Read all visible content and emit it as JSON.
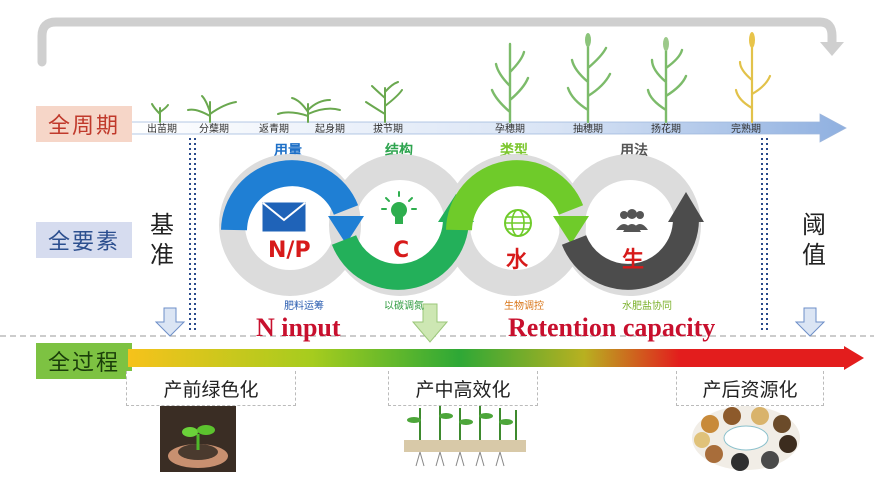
{
  "rows": {
    "full_cycle": "全周期",
    "full_elements": "全要素",
    "full_process": "全过程"
  },
  "stages": [
    "出苗期",
    "分蘖期",
    "返青期",
    "起身期",
    "拔节期",
    "孕穗期",
    "抽穗期",
    "扬花期",
    "完熟期"
  ],
  "side_labels": {
    "left": "基准",
    "right": "阈值"
  },
  "element_headers": [
    "用量",
    "结构",
    "类型",
    "用法"
  ],
  "element_centers": [
    "N/P",
    "C",
    "水",
    "生"
  ],
  "element_subs": [
    "肥料运筹",
    "以碳调氮",
    "生物调控",
    "水肥盐协同"
  ],
  "english": {
    "n_input": "N input",
    "retention": "Retention capacity"
  },
  "process_stages": [
    "产前绿色化",
    "产中高效化",
    "产后资源化"
  ],
  "colors": {
    "row_full_cycle_bg": "#f6d6c8",
    "row_full_cycle_text": "#c0392b",
    "row_full_elements_bg": "#d6dcef",
    "row_full_elements_text": "#2c4f8f",
    "row_full_process_bg": "#7dc242",
    "row_full_process_text": "#1a3d0a",
    "header_1": "#1d6fc7",
    "header_2": "#2ea44f",
    "header_3": "#7bc62d",
    "header_4": "#555555",
    "sub_1": "#2a5db0",
    "sub_2": "#2e9a3e",
    "sub_3": "#d9771b",
    "sub_4": "#7bb02a",
    "english_text": "#c8102e"
  },
  "icons": [
    "envelope-icon",
    "lightbulb-icon",
    "globe-icon",
    "people-icon"
  ]
}
